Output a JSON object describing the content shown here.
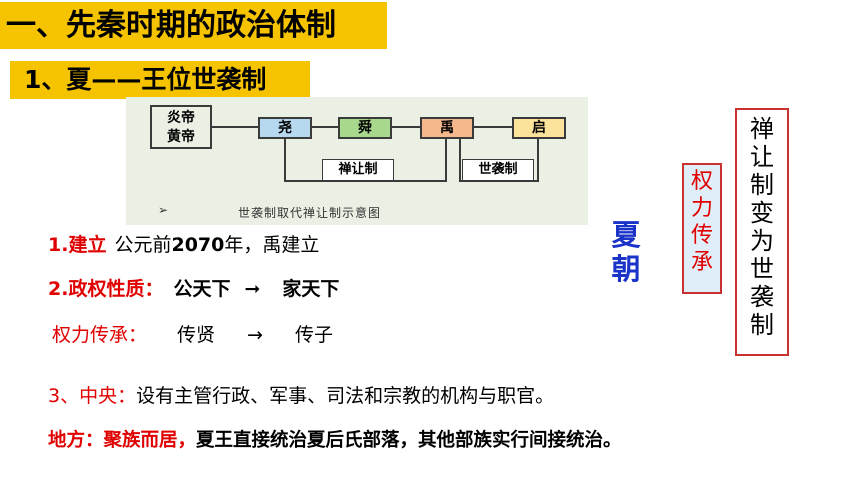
{
  "heading": {
    "title": "一、先秦时期的政治体制",
    "subtitle": "1、夏——王位世袭制"
  },
  "diagram": {
    "nodes": [
      "炎帝\n黄帝",
      "尧",
      "舜",
      "禹",
      "启"
    ],
    "node_colors": [
      "#ffffff",
      "#b7d9f0",
      "#a8d88c",
      "#f4b88c",
      "#fbe39c"
    ],
    "label_left": "禅让制",
    "label_right": "世袭制",
    "caption_arrow": "➢",
    "caption": "世袭制取代禅让制示意图"
  },
  "items": {
    "establish_label": "1.建立",
    "establish_pre": "公元前",
    "establish_year": "2070",
    "establish_post": "年，禹建立",
    "nature_label": "2.政权性质：",
    "nature_from": "公天下",
    "nature_arrow": "➞",
    "nature_to": "家天下",
    "succession_label": "权力传承：",
    "succession_from": "传贤",
    "succession_arrow": "→",
    "succession_to": "传子",
    "central_label": "3、中央：",
    "central_text": "设有主管行政、军事、司法和宗教的机构与职官。",
    "local_label": "地方：",
    "local_red": "聚族而居，",
    "local_text": "夏王直接统治夏后氏部落，其他部族实行间接统治。"
  },
  "side": {
    "xia_1": "夏",
    "xia_2": "朝",
    "box1": [
      "权",
      "力",
      "传",
      "承"
    ],
    "box2": [
      "禅",
      "让",
      "制",
      "变",
      "为",
      "世",
      "袭",
      "制"
    ]
  },
  "colors": {
    "accent_band": "#f5c300",
    "red": "#e00000",
    "blue": "#1a33c8",
    "diagram_bg": "#eaf0e4"
  }
}
